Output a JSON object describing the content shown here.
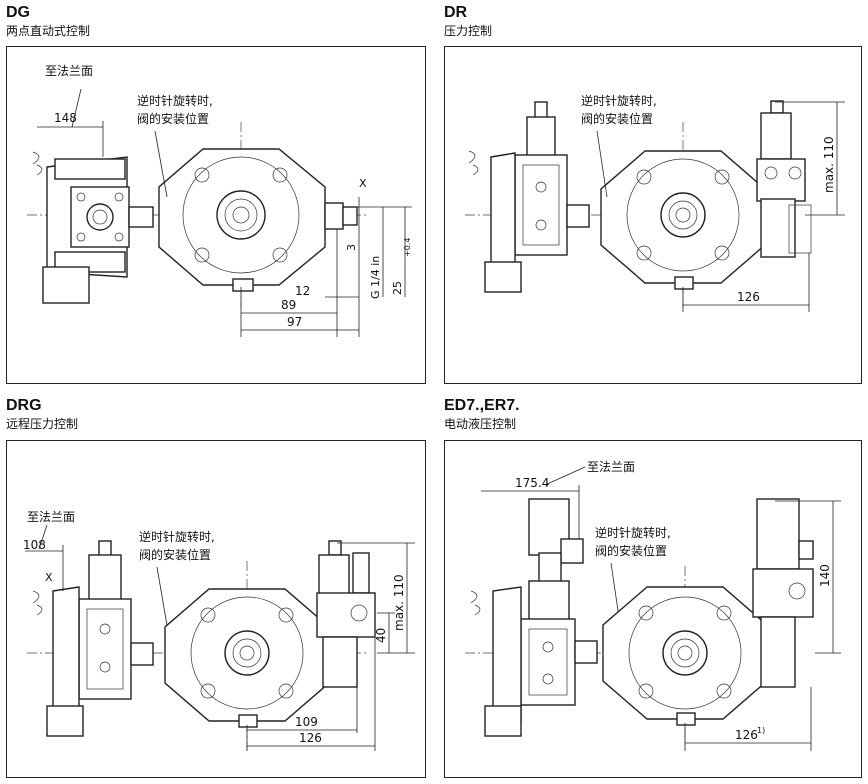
{
  "panels": [
    {
      "code": "DG",
      "subtitle": "两点直动式控制",
      "note_flange": "至法兰面",
      "note_rotation_1": "逆时针旋转时,",
      "note_rotation_2": "阀的安装位置",
      "dim_flange": "148",
      "dim_x": "X",
      "dim_3": "3",
      "dim_thread": "G 1/4 in",
      "dim_25": "25",
      "dim_25_tol": "+0.4",
      "dim_12": "12",
      "dim_89": "89",
      "dim_97": "97"
    },
    {
      "code": "DR",
      "subtitle": "压力控制",
      "note_rotation_1": "逆时针旋转时,",
      "note_rotation_2": "阀的安装位置",
      "dim_max": "max. 110",
      "dim_126": "126"
    },
    {
      "code": "DRG",
      "subtitle": "远程压力控制",
      "note_flange": "至法兰面",
      "note_rotation_1": "逆时针旋转时,",
      "note_rotation_2": "阀的安装位置",
      "dim_flange": "108",
      "dim_x": "X",
      "dim_40": "40",
      "dim_max": "max. 110",
      "dim_109": "109",
      "dim_126": "126"
    },
    {
      "code": "ED7.,ER7.",
      "subtitle": "电动液压控制",
      "note_flange": "至法兰面",
      "note_rotation_1": "逆时针旋转时,",
      "note_rotation_2": "阀的安装位置",
      "dim_flange": "175.4",
      "dim_140": "140",
      "dim_126": "126",
      "dim_126_sup": "1)"
    }
  ]
}
